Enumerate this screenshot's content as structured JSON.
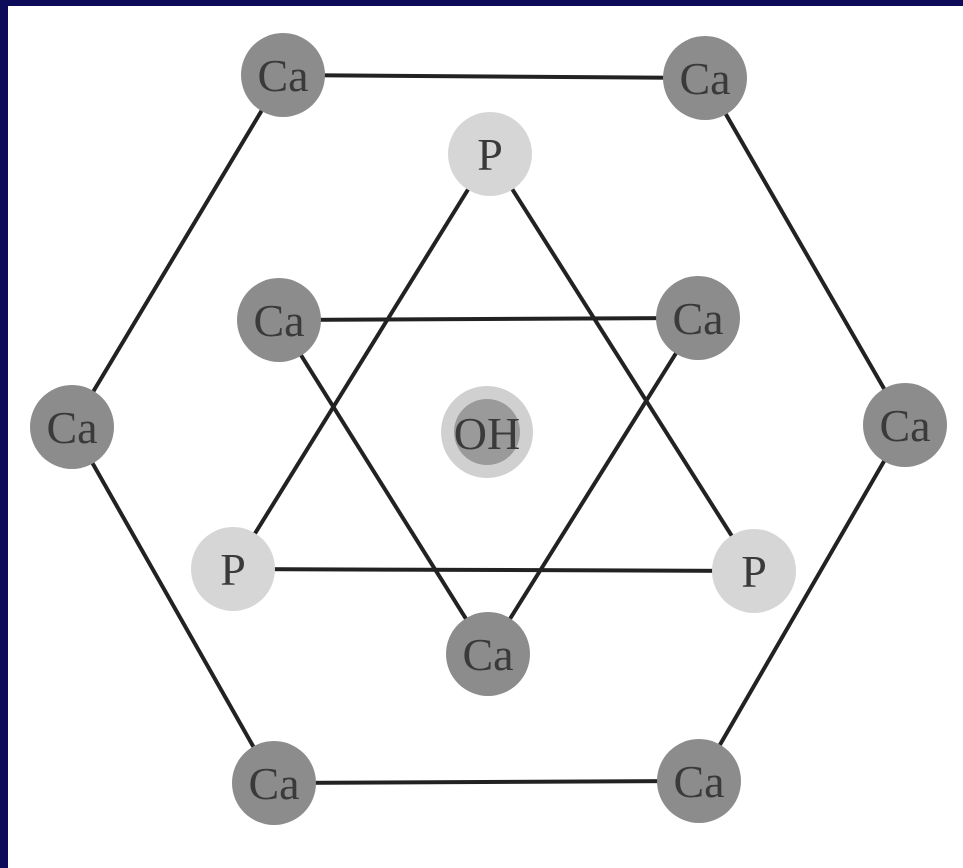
{
  "diagram": {
    "atoms": {
      "ca_outer_top_left": "Ca",
      "ca_outer_top_right": "Ca",
      "ca_outer_left": "Ca",
      "ca_outer_right": "Ca",
      "ca_outer_bottom_left": "Ca",
      "ca_outer_bottom_right": "Ca",
      "ca_inner_top_left": "Ca",
      "ca_inner_top_right": "Ca",
      "ca_inner_bottom": "Ca",
      "p_top": "P",
      "p_left": "P",
      "p_right": "P",
      "oh_center": "OH"
    },
    "colors": {
      "frame": "#0c0c5a",
      "background": "#ffffff",
      "calcium": "#8c8c8c",
      "phosphorus": "#d6d6d6",
      "hydroxyl_outer": "#d0d0d0",
      "hydroxyl_inner": "#9a9a9a",
      "bond": "#222222"
    }
  }
}
